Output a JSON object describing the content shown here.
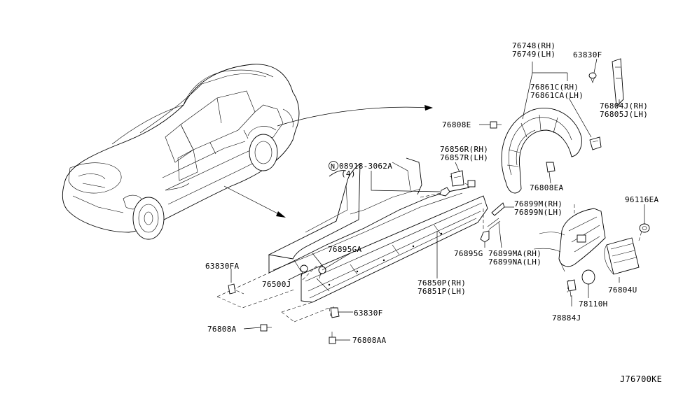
{
  "diagram": {
    "code": "J76700KE",
    "labels": {
      "p76748": "76748(RH)",
      "p76749": "76749(LH)",
      "p63830F_top": "63830F",
      "p76861C": "76861C(RH)",
      "p76861CA": "76861CA(LH)",
      "p76804J": "76804J(RH)",
      "p76805J": "76805J(LH)",
      "p76808E": "76808E",
      "p76856R": "76856R(RH)",
      "p76857R": "76857R(LH)",
      "p08918": "08918-3062A",
      "p08918_qty": "(4)",
      "p08918_prefix": "N",
      "p76808EA": "76808EA",
      "p96116EA": "96116EA",
      "p76899M": "76899M(RH)",
      "p76899N": "76899N(LH)",
      "p76895GA": "76895GA",
      "p76895G": "76895G",
      "p76899MA": "76899MA(RH)",
      "p76899NA": "76899NA(LH)",
      "p63830FA": "63830FA",
      "p76500J": "76500J",
      "p76850P": "76850P(RH)",
      "p76851P": "76851P(LH)",
      "p76804U": "76804U",
      "p78110H": "78110H",
      "p63830F_bot": "63830F",
      "p76808A": "76808A",
      "p78884J": "78884J",
      "p76808AA": "76808AA"
    }
  }
}
